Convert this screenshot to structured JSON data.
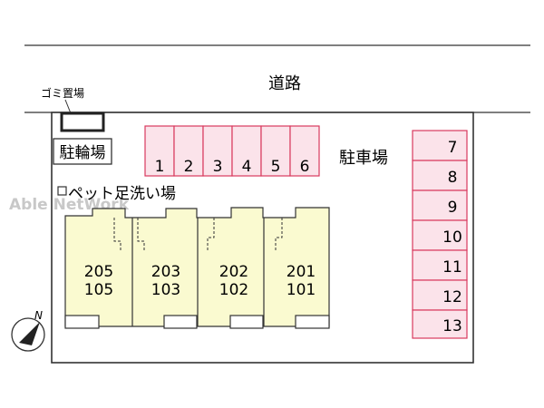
{
  "road": {
    "label": "道路"
  },
  "garbage": {
    "label": "ゴミ置場"
  },
  "bicycle": {
    "label": "駐輪場"
  },
  "parking": {
    "label": "駐車場",
    "top_row": [
      "1",
      "2",
      "3",
      "4",
      "5",
      "6"
    ],
    "right_column": [
      "7",
      "8",
      "9",
      "10",
      "11",
      "12",
      "13"
    ]
  },
  "pet_wash": {
    "label": "ペット足洗い場"
  },
  "units": [
    {
      "upper": "205",
      "lower": "105"
    },
    {
      "upper": "203",
      "lower": "103"
    },
    {
      "upper": "202",
      "lower": "102"
    },
    {
      "upper": "201",
      "lower": "101"
    }
  ],
  "compass": {
    "label": "N"
  },
  "watermark": "Able NetWork",
  "colors": {
    "parking_fill": "#fbe3ea",
    "parking_stroke": "#d93a5e",
    "building_fill": "#fafad0",
    "outline": "#333333"
  }
}
